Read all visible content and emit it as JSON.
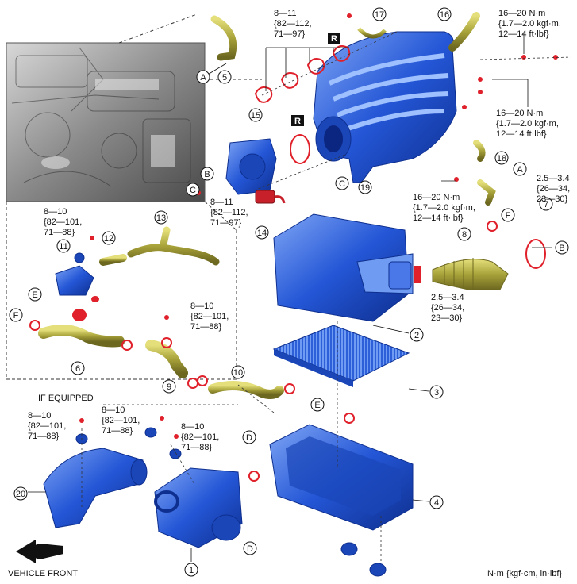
{
  "callouts": [
    {
      "n": "1"
    },
    {
      "n": "2"
    },
    {
      "n": "3"
    },
    {
      "n": "4"
    },
    {
      "n": "5"
    },
    {
      "n": "6"
    },
    {
      "n": "7"
    },
    {
      "n": "8"
    },
    {
      "n": "9"
    },
    {
      "n": "10"
    },
    {
      "n": "11"
    },
    {
      "n": "12"
    },
    {
      "n": "13"
    },
    {
      "n": "14"
    },
    {
      "n": "15"
    },
    {
      "n": "16"
    },
    {
      "n": "17"
    },
    {
      "n": "18"
    },
    {
      "n": "19"
    },
    {
      "n": "20"
    }
  ],
  "connectors": [
    "A",
    "B",
    "C",
    "D",
    "E",
    "F"
  ],
  "replace_badge": "R",
  "torques": {
    "t1": [
      "8—11",
      "{82—112,",
      "71—97}"
    ],
    "t2": [
      "16—20 N·m",
      "{1.7—2.0 kgf·m,",
      "12—14 ft·lbf}"
    ],
    "t3": [
      "16—20 N·m",
      "{1.7—2.0 kgf·m,",
      "12—14 ft·lbf}"
    ],
    "t4": [
      "16—20 N·m",
      "{1.7—2.0 kgf·m,",
      "12—14 ft·lbf}"
    ],
    "t5": [
      "2.5—3.4",
      "{26—34,",
      "23—30}"
    ],
    "t6": [
      "2.5—3.4",
      "{26—34,",
      "23—30}"
    ],
    "t7": [
      "8—11",
      "{82—112,",
      "71—97}"
    ],
    "t8": [
      "8—10",
      "{82—101,",
      "71—88}"
    ],
    "t9": [
      "8—10",
      "{82—101,",
      "71—88}"
    ],
    "t10": [
      "8—10",
      "{82—101,",
      "71—88}"
    ],
    "t11": [
      "8—10",
      "{82—101,",
      "71—88}"
    ],
    "t12": [
      "8—10",
      "{82—101,",
      "71—88}"
    ]
  },
  "if_equipped_label": "IF EQUIPPED",
  "vehicle_front_label": "VEHICLE FRONT",
  "unit_note": "N·m {kgf·cm, in·lbf}",
  "colors": {
    "part_blue": "#1f4fcf",
    "part_blue_light": "#6f9cf2",
    "hose_yellow": "#a8a23a",
    "clamp_red": "#e0202a",
    "engine_gray": "#8a8a8a"
  }
}
